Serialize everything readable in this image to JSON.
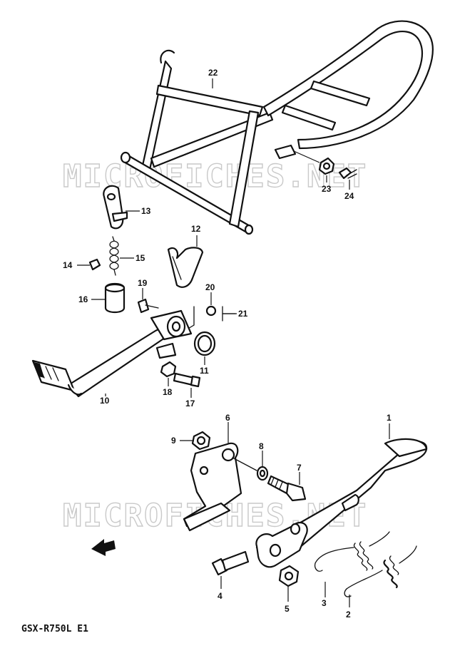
{
  "watermarks": [
    "MICROFICHES.NET",
    "MICROFICHES.NET"
  ],
  "caption": "GSX-R750L E1",
  "labels": [
    "1",
    "2",
    "3",
    "4",
    "5",
    "6",
    "7",
    "8",
    "9",
    "10",
    "11",
    "12",
    "13",
    "14",
    "15",
    "16",
    "17",
    "18",
    "19",
    "20",
    "21",
    "22",
    "23",
    "24"
  ],
  "arrow_icon": "front-direction-arrow-icon"
}
